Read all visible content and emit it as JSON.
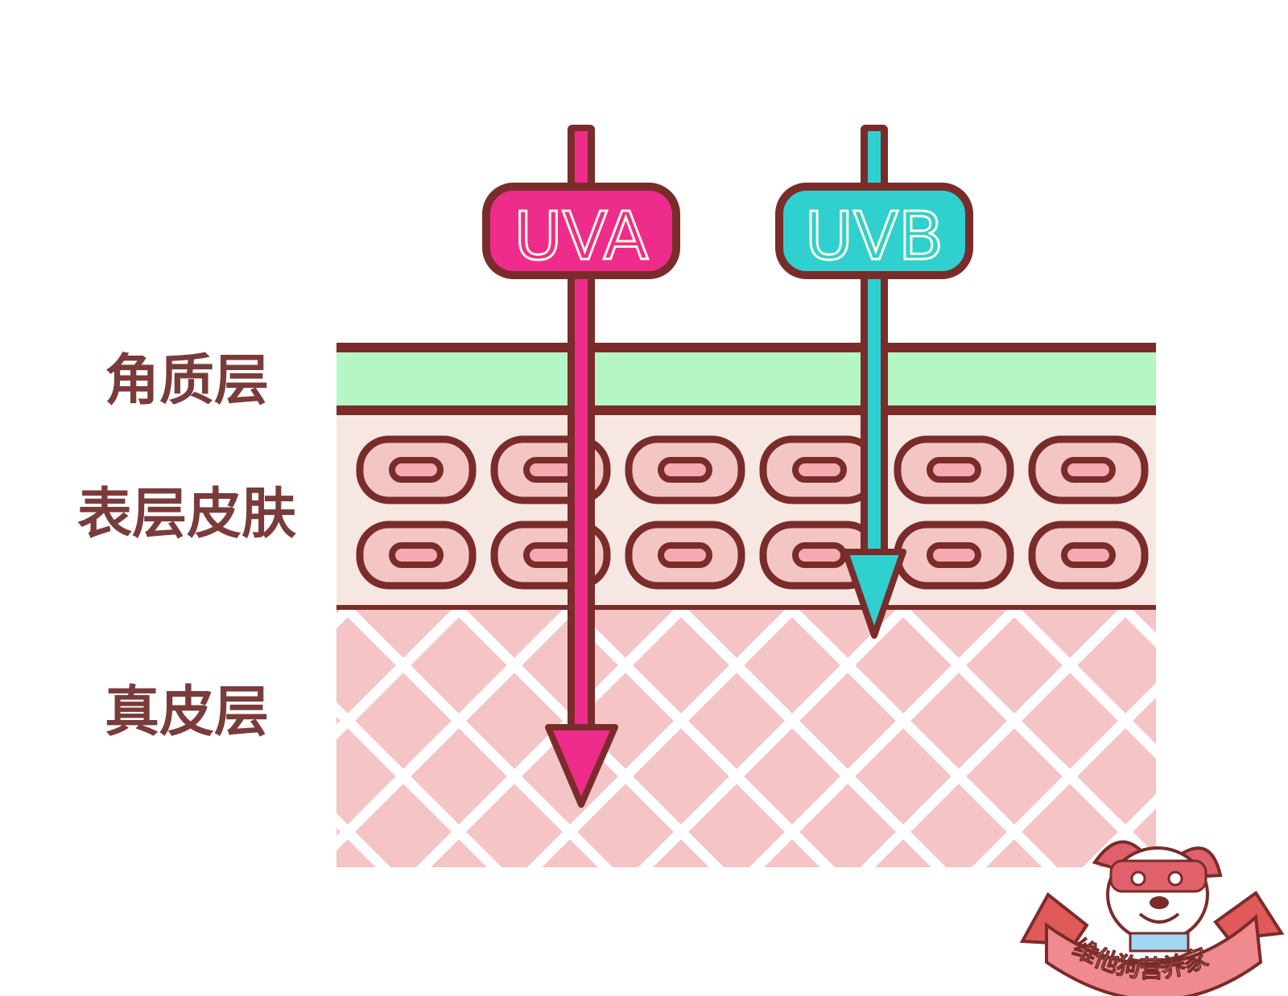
{
  "layers": {
    "stratum_corneum": "角质层",
    "epidermis": "表层皮肤",
    "dermis": "真皮层"
  },
  "rays": {
    "uva": {
      "label": "UVA",
      "color": "#ee2c8b"
    },
    "uvb": {
      "label": "UVB",
      "color": "#2fd0cf"
    }
  },
  "watermark": {
    "text": "维他狗营养家"
  },
  "colors": {
    "outline": "#7a2c2a",
    "stratum_fill": "#b4f7c4",
    "epidermis_fill": "#f6e7e3",
    "cell_fill": "#f3c6c3",
    "nucleus_fill": "#f4aab0",
    "dermis_fill": "#f4c4c6",
    "label_text": "#7a3b3b"
  }
}
